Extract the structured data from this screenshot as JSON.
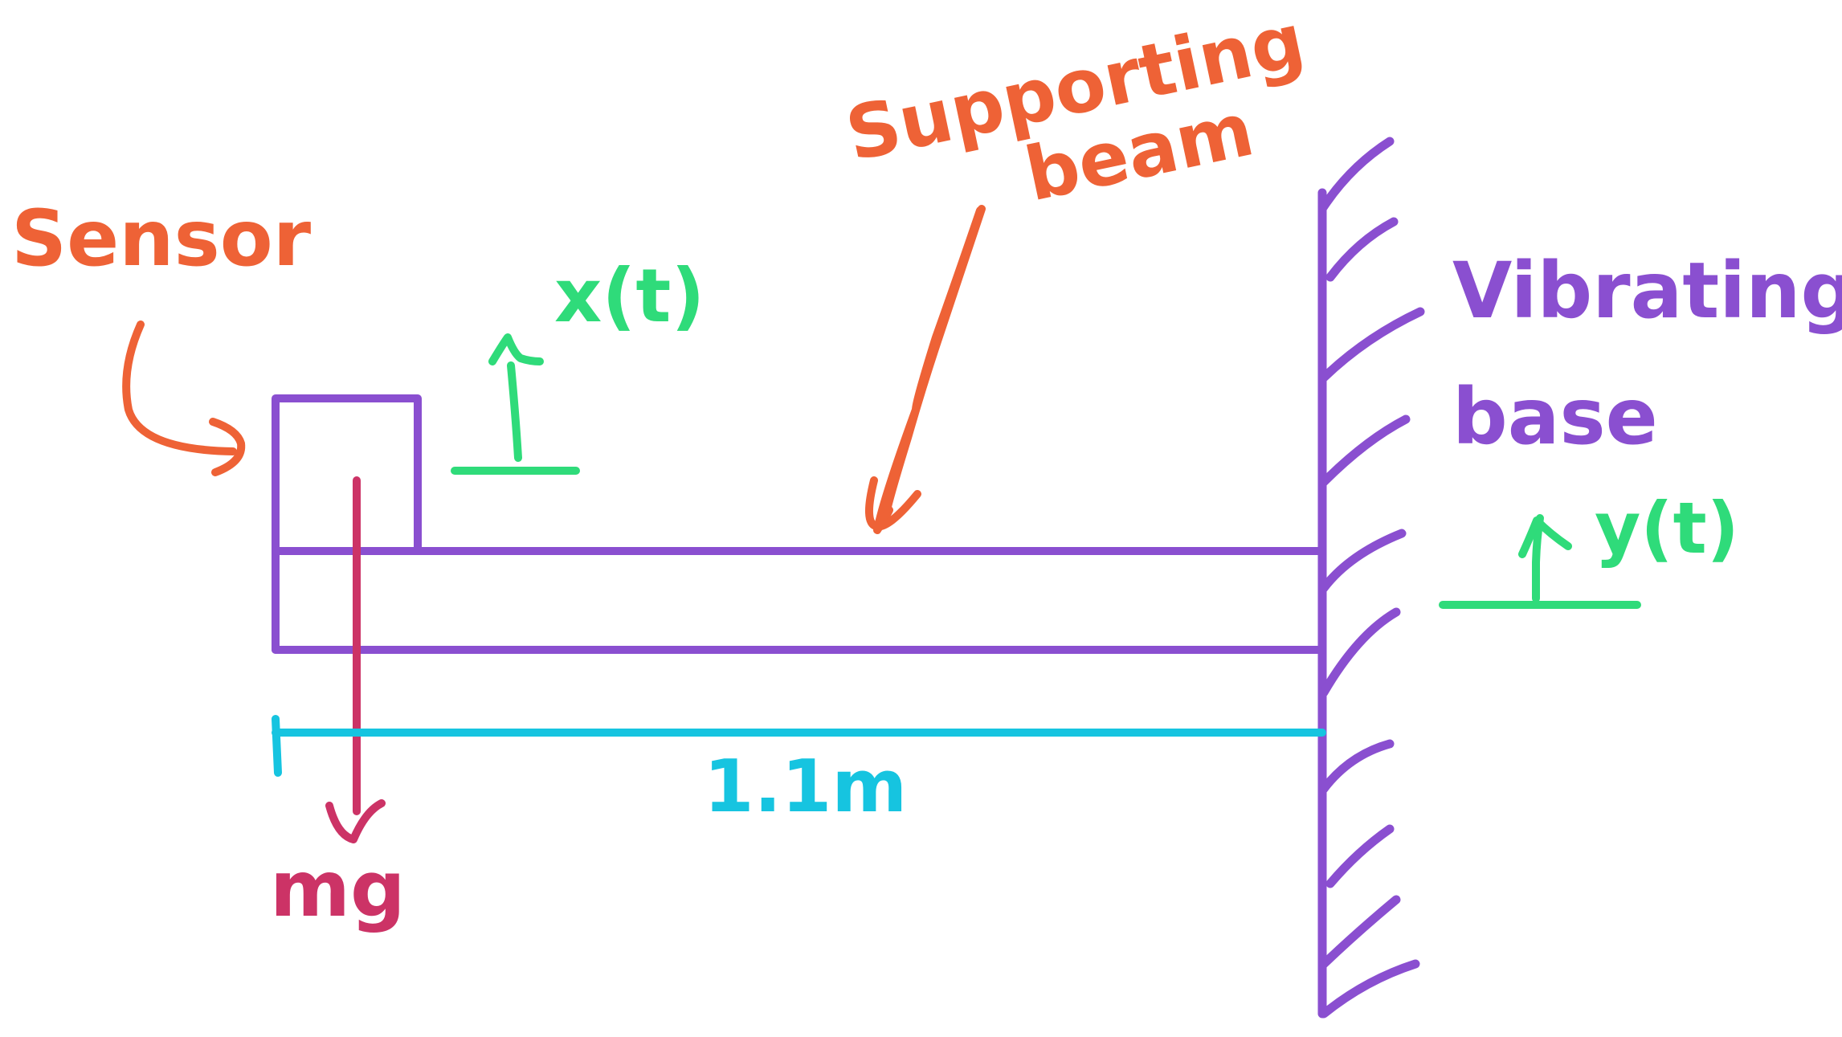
{
  "labels": {
    "sensor": "Sensor",
    "supporting": "Supporting",
    "beam": "beam",
    "vibrating": "Vibrating",
    "base": "base",
    "x_of_t": "x(t)",
    "y_of_t": "y(t)",
    "length": "1.1m",
    "weight": "mg"
  },
  "colors": {
    "structure": "#8A4FD0",
    "annotation": "#EE6236",
    "displacement": "#2FDB7A",
    "dimension": "#16C4E0",
    "force": "#CC3366"
  }
}
